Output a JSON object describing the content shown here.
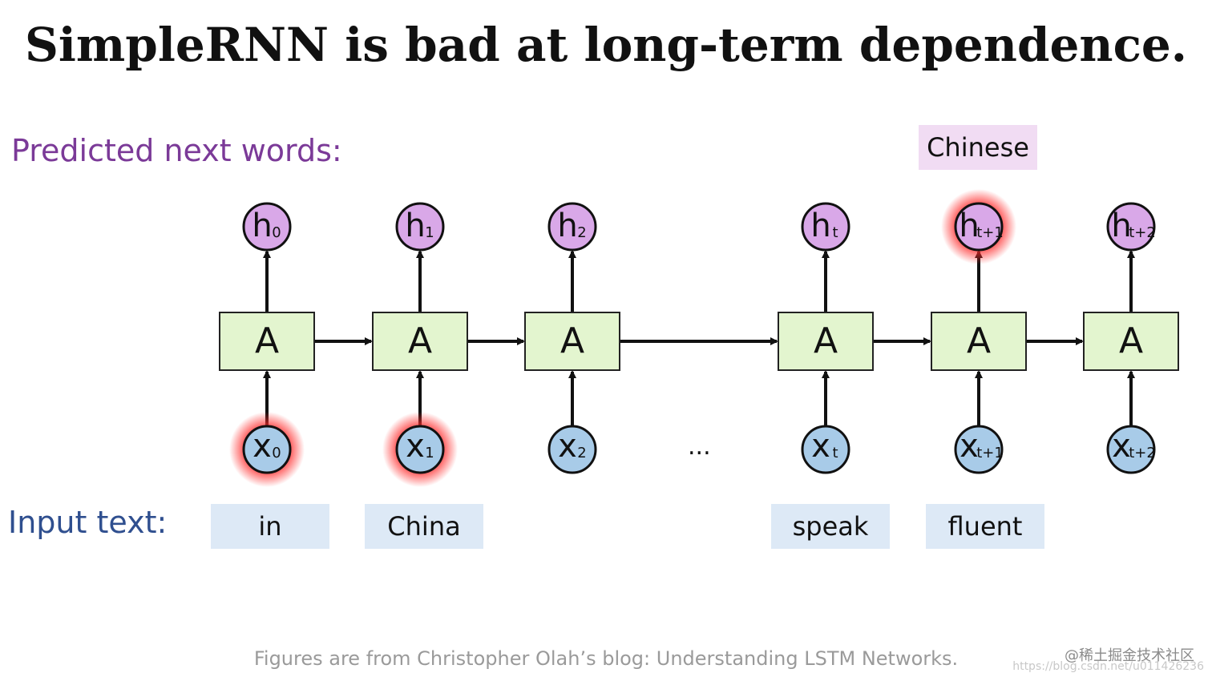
{
  "title": "SimpleRNN is bad at long-term dependence.",
  "predicted_label": "Predicted next words:",
  "input_label": "Input text:",
  "cell_label": "A",
  "ellipsis": "...",
  "steps": [
    {
      "h": "h",
      "h_sub": "0",
      "x": "x",
      "x_sub": "0",
      "input": "in",
      "x_highlight": true,
      "h_highlight": false
    },
    {
      "h": "h",
      "h_sub": "1",
      "x": "x",
      "x_sub": "1",
      "input": "China",
      "x_highlight": true,
      "h_highlight": false
    },
    {
      "h": "h",
      "h_sub": "2",
      "x": "x",
      "x_sub": "2",
      "input": "",
      "x_highlight": false,
      "h_highlight": false
    },
    {
      "h": "h",
      "h_sub": "t",
      "x": "x",
      "x_sub": "t",
      "input": "speak",
      "x_highlight": false,
      "h_highlight": false
    },
    {
      "h": "h",
      "h_sub": "t+1",
      "x": "x",
      "x_sub": "t+1",
      "input": "fluent",
      "x_highlight": false,
      "h_highlight": true
    },
    {
      "h": "h",
      "h_sub": "t+2",
      "x": "x",
      "x_sub": "t+2",
      "input": "",
      "x_highlight": false,
      "h_highlight": false
    }
  ],
  "predicted_word": "Chinese",
  "footer": "Figures are from Christopher Olah’s blog: Understanding LSTM Networks.",
  "watermark": "@稀土掘金技术社区",
  "watermark_url": "https://blog.csdn.net/u011426236",
  "colors": {
    "cell_fill": "#e3f5cf",
    "h_fill": "#d9a8e8",
    "x_fill": "#a8cbe8",
    "highlight": "#ff3030",
    "stroke": "#111111"
  }
}
